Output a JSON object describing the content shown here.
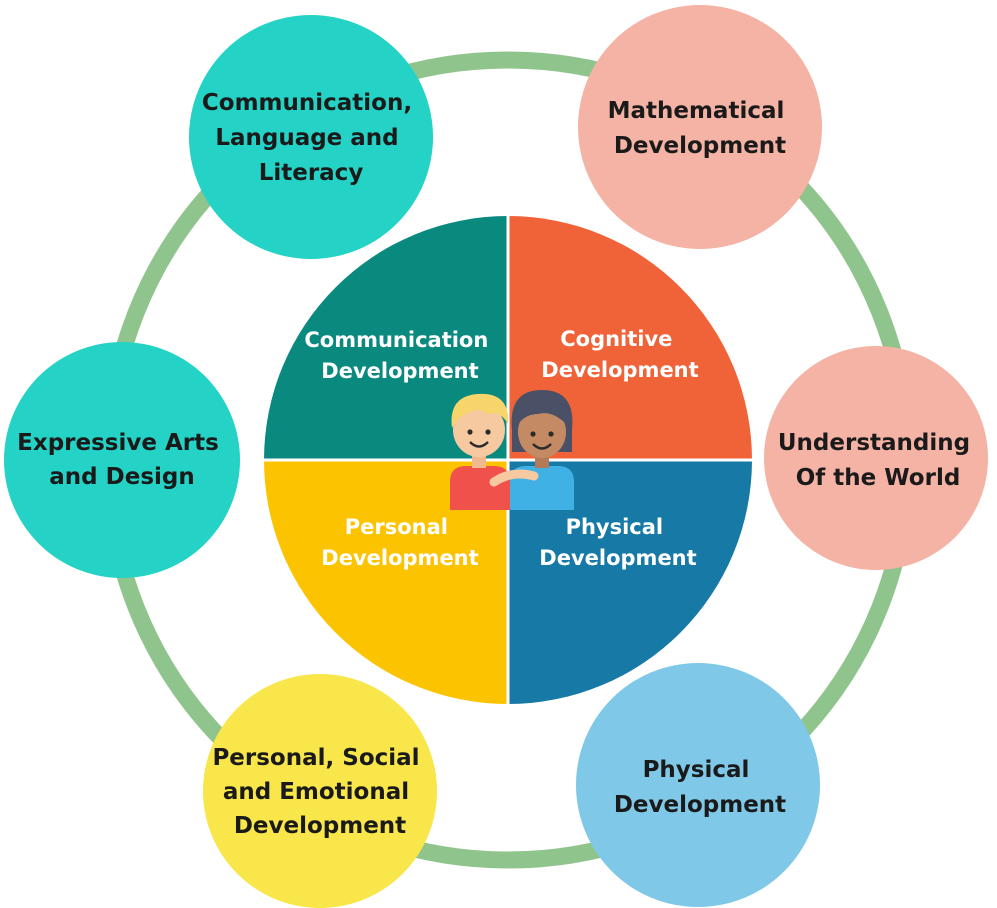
{
  "outer_circles": [
    {
      "id": "communication-language-literacy",
      "lines": [
        "Communication,",
        "Language and",
        "Literacy"
      ],
      "color": "#24d3c6"
    },
    {
      "id": "mathematical-development",
      "lines": [
        "Mathematical",
        "Development"
      ],
      "color": "#f4b3a4"
    },
    {
      "id": "understanding-of-the-world",
      "lines": [
        "Understanding",
        "Of the World"
      ],
      "color": "#f4b3a4"
    },
    {
      "id": "physical-development",
      "lines": [
        "Physical",
        "Development"
      ],
      "color": "#7fc8e8"
    },
    {
      "id": "personal-social-emotional",
      "lines": [
        "Personal, Social",
        "and Emotional",
        "Development"
      ],
      "color": "#f8e64a"
    },
    {
      "id": "expressive-arts-design",
      "lines": [
        "Expressive Arts",
        "and Design"
      ],
      "color": "#24d3c6"
    }
  ],
  "quadrants": [
    {
      "id": "communication",
      "lines": [
        "Communication",
        "Development"
      ],
      "color": "#0a8a7f"
    },
    {
      "id": "cognitive",
      "lines": [
        "Cognitive",
        "Development"
      ],
      "color": "#f06238"
    },
    {
      "id": "personal",
      "lines": [
        "Personal",
        "Development"
      ],
      "color": "#fcc400"
    },
    {
      "id": "physical",
      "lines": [
        "Physical",
        "Development"
      ],
      "color": "#177aa6"
    }
  ],
  "ring_color": "#8fc48d",
  "center_icon": "two-children-icon"
}
